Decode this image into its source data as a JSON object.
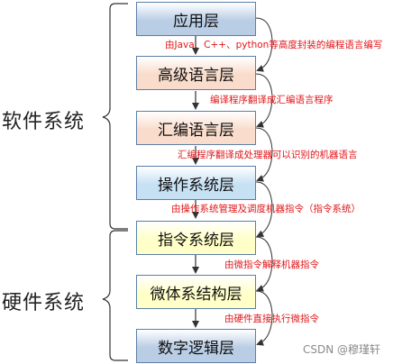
{
  "groups": {
    "software": "软件系统",
    "hardware": "硬件系统"
  },
  "layers": [
    {
      "label": "应用层",
      "color": "#b9cde5"
    },
    {
      "label": "高级语言层",
      "color": "#f9dccb"
    },
    {
      "label": "汇编语言层",
      "color": "#f9dccb"
    },
    {
      "label": "操作系统层",
      "color": "#c6e0f4"
    },
    {
      "label": "指令系统层",
      "color": "#ffffc7"
    },
    {
      "label": "微体系结构层",
      "color": "#ffffc7"
    },
    {
      "label": "数字逻辑层",
      "color": "#b9cde5"
    }
  ],
  "annotations": [
    "由Java、C++、python等高度封装的编程语言编写",
    "编译程序翻译成汇编语言程序",
    "汇编程序翻译成处理器可以识别的机器语言",
    "由操作系统管理及调度机器指令（指令系统）",
    "由微指令解释机器指令",
    "由硬件直接执行微指令"
  ],
  "watermark": "CSDN @穆瑾轩",
  "colors": {
    "annotation": "#e0161a",
    "border": "#5b7fa8"
  }
}
